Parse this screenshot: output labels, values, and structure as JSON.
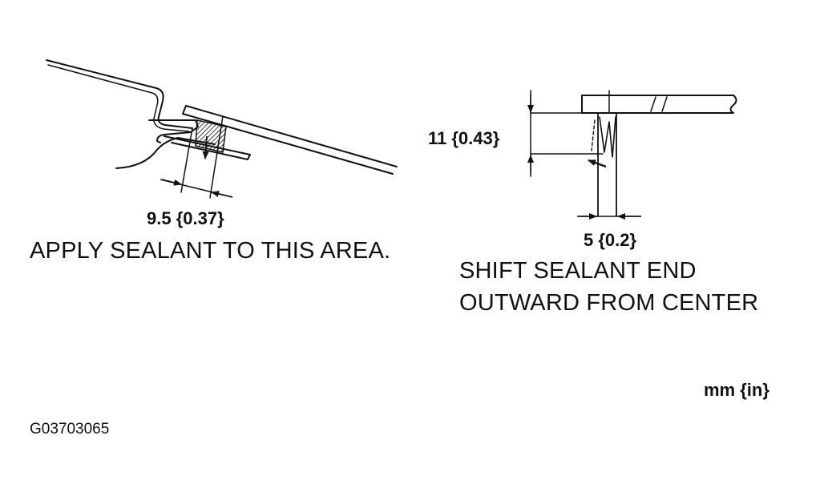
{
  "left_detail": {
    "dimension": "9.5 {0.37}",
    "instruction": "APPLY SEALANT TO THIS AREA."
  },
  "right_detail": {
    "dimension_vertical": "11 {0.43}",
    "dimension_horizontal": "5 {0.2}",
    "instruction_line1": "SHIFT SEALANT END",
    "instruction_line2": "OUTWARD FROM CENTER"
  },
  "units": "mm {in}",
  "figure_id": "G03703065",
  "colors": {
    "ink": "#111111",
    "background": "#ffffff"
  }
}
